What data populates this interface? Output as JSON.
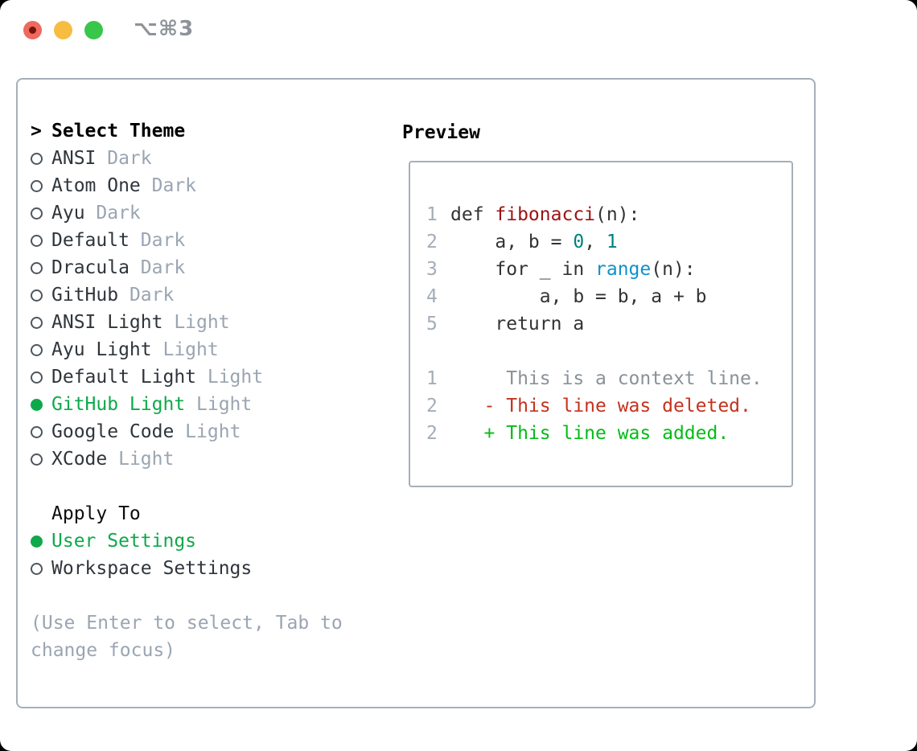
{
  "window": {
    "title": "⌥⌘3",
    "traffic_lights": [
      "close",
      "minimize",
      "zoom"
    ]
  },
  "theme_selector": {
    "header": {
      "prompt": ">",
      "label": "Select Theme"
    },
    "themes": [
      {
        "name": "ANSI",
        "variant": "Dark",
        "selected": false
      },
      {
        "name": "Atom One",
        "variant": "Dark",
        "selected": false
      },
      {
        "name": "Ayu",
        "variant": "Dark",
        "selected": false
      },
      {
        "name": "Default",
        "variant": "Dark",
        "selected": false
      },
      {
        "name": "Dracula",
        "variant": "Dark",
        "selected": false
      },
      {
        "name": "GitHub",
        "variant": "Dark",
        "selected": false
      },
      {
        "name": "ANSI Light",
        "variant": "Light",
        "selected": false
      },
      {
        "name": "Ayu Light",
        "variant": "Light",
        "selected": false
      },
      {
        "name": "Default Light",
        "variant": "Light",
        "selected": false
      },
      {
        "name": "GitHub Light",
        "variant": "Light",
        "selected": true
      },
      {
        "name": "Google Code",
        "variant": "Light",
        "selected": false
      },
      {
        "name": "XCode",
        "variant": "Light",
        "selected": false
      }
    ],
    "apply_to": {
      "label": "Apply To",
      "options": [
        {
          "name": "User Settings",
          "selected": true
        },
        {
          "name": "Workspace Settings",
          "selected": false
        }
      ]
    },
    "help": [
      "(Use Enter to select, Tab to",
      "change focus)"
    ]
  },
  "preview": {
    "label": "Preview",
    "code_lines": [
      {
        "num": "1",
        "tokens": [
          [
            "plain",
            "def "
          ],
          [
            "title",
            "fibonacci"
          ],
          [
            "plain",
            "(n):"
          ]
        ]
      },
      {
        "num": "2",
        "tokens": [
          [
            "plain",
            "    a, b = "
          ],
          [
            "num",
            "0"
          ],
          [
            "plain",
            ", "
          ],
          [
            "num",
            "1"
          ]
        ]
      },
      {
        "num": "3",
        "tokens": [
          [
            "plain",
            "    for _ in "
          ],
          [
            "builtin",
            "range"
          ],
          [
            "plain",
            "(n):"
          ]
        ]
      },
      {
        "num": "4",
        "tokens": [
          [
            "plain",
            "        a, b = b, a + b"
          ]
        ]
      },
      {
        "num": "5",
        "tokens": [
          [
            "plain",
            "    return a"
          ]
        ]
      },
      {
        "num": "",
        "tokens": []
      },
      {
        "num": "1",
        "tokens": [
          [
            "ctx",
            "     This is a context line."
          ]
        ]
      },
      {
        "num": "2",
        "tokens": [
          [
            "del",
            "   - This line was deleted."
          ]
        ]
      },
      {
        "num": "2",
        "tokens": [
          [
            "add",
            "   + This line was added."
          ]
        ]
      }
    ]
  },
  "colors": {
    "accent-green": "#0ea94a",
    "diff-add": "#06bb18",
    "diff-del": "#c5321c",
    "code-title": "#9c1212",
    "code-number": "#008080",
    "code-builtin": "#0e92cc",
    "code-plain": "#333333",
    "border": "#a6afb9",
    "muted": "#9aa5b2",
    "gutter": "#a3adb8",
    "ctx": "#8a9198",
    "titlebar-text": "#8e939a",
    "light-red": "#ee6a5f",
    "light-red-dot": "#76150b",
    "light-yellow": "#f6bd40",
    "light-green": "#38c64b"
  }
}
